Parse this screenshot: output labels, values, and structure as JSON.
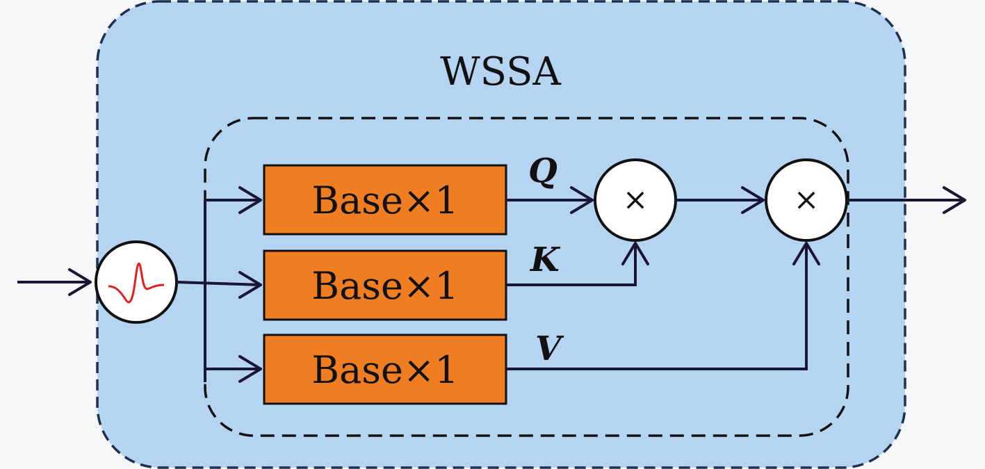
{
  "diagram": {
    "title": "WSSA",
    "branches": [
      {
        "box_label": "Base×1",
        "signal_label": "Q"
      },
      {
        "box_label": "Base×1",
        "signal_label": "K"
      },
      {
        "box_label": "Base×1",
        "signal_label": "V"
      }
    ],
    "multiply_symbol": "×",
    "colors": {
      "outer_fill": "#b4d4f2",
      "outer_border": "#1e3050",
      "box_fill": "#ef7d22",
      "wavelet_stroke": "#e41e1e",
      "background": "#f6f7f9"
    }
  }
}
